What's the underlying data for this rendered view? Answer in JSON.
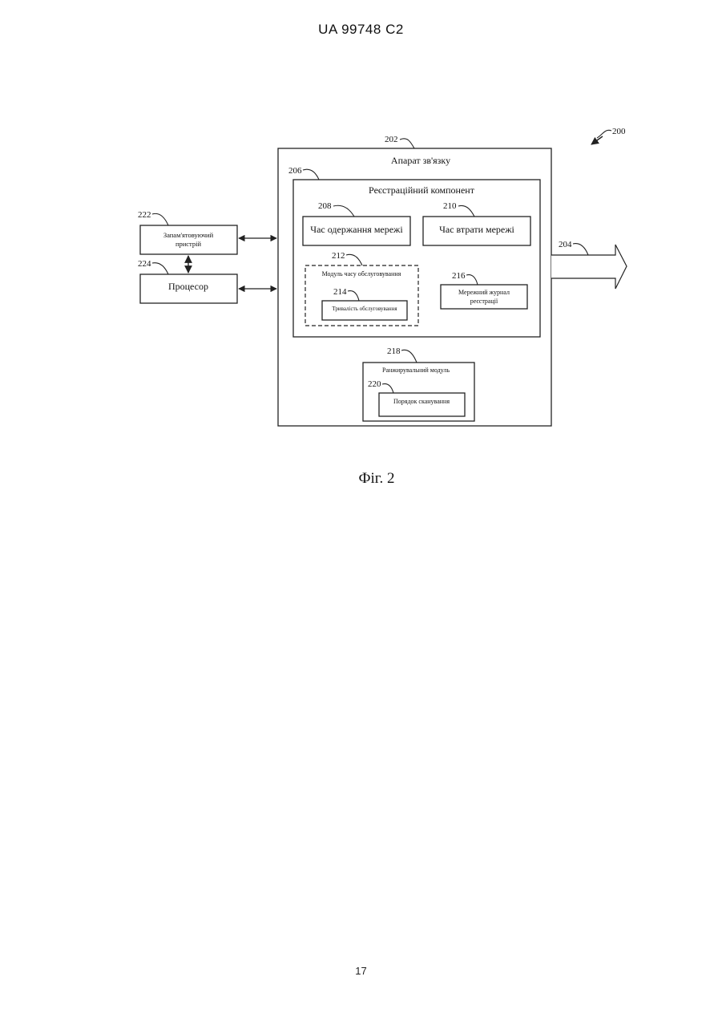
{
  "header": {
    "doc_id": "UA   99748   C2"
  },
  "figure": {
    "ref_main": "200",
    "comm_apparatus": {
      "ref": "202",
      "label": "Апарат зв'язку"
    },
    "output_ref": "204",
    "registration": {
      "ref": "206",
      "label": "Реєстраційний компонент"
    },
    "acquire_time": {
      "ref": "208",
      "label": "Час одержання мережі"
    },
    "loss_time": {
      "ref": "210",
      "label": "Час втрати мережі"
    },
    "service_module": {
      "ref": "212",
      "label": "Модуль часу обслуговування"
    },
    "service_duration": {
      "ref": "214",
      "label": "Тривалість обслуговування"
    },
    "network_log": {
      "ref": "216",
      "line1": "Мережний журнал",
      "line2": "реєстрації"
    },
    "ranking_module": {
      "ref": "218",
      "label": "Ранжирувальний модуль"
    },
    "scan_order": {
      "ref": "220",
      "label": "Порядок сканування"
    },
    "memory": {
      "ref": "222",
      "line1": "Запам'ятовуючий",
      "line2": "пристрій"
    },
    "processor": {
      "ref": "224",
      "label": "Процесор"
    },
    "caption": "Фіг. 2"
  },
  "footer": {
    "page_number": "17"
  }
}
